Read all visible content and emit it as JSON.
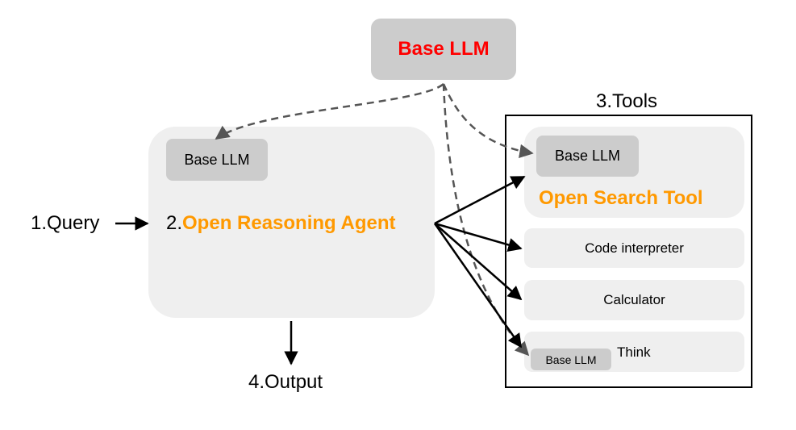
{
  "base_llm_top": {
    "label": "Base LLM",
    "color": "#ff0000"
  },
  "agent": {
    "base_llm_label": "Base LLM",
    "prefix": "2.",
    "name": "Open Reasoning Agent",
    "name_color": "#ff9900"
  },
  "query": {
    "label": "1.Query"
  },
  "output": {
    "label": "4.Output"
  },
  "tools": {
    "title": "3.Tools",
    "search": {
      "base_llm_label": "Base LLM",
      "name": "Open Search Tool",
      "name_color": "#ff9900"
    },
    "code": {
      "label": "Code interpreter"
    },
    "calculator": {
      "label": "Calculator"
    },
    "think": {
      "base_llm_label": "Base LLM",
      "label": "Think"
    }
  },
  "colors": {
    "panel": "#efefef",
    "chip": "#cccccc",
    "dashed": "#555555",
    "solid": "#000000"
  }
}
